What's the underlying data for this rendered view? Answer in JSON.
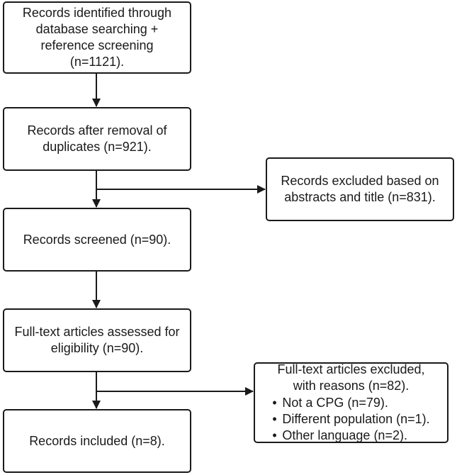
{
  "flow": {
    "identified": {
      "lines": [
        "Records identified through",
        "database searching +",
        "reference screening",
        "(n=1121)."
      ]
    },
    "deduplicated": {
      "lines": [
        "Records after removal of",
        "duplicates (n=921)."
      ]
    },
    "screened": {
      "lines": [
        "Records screened (n=90)."
      ]
    },
    "assessed": {
      "lines": [
        "Full-text articles assessed for",
        "eligibility (n=90)."
      ]
    },
    "included": {
      "lines": [
        "Records included (n=8)."
      ]
    }
  },
  "exclusions": {
    "abstract_title": {
      "lines": [
        "Records excluded based on",
        "abstracts and title (n=831)."
      ]
    },
    "full_text": {
      "header_lines": [
        "Full-text articles excluded,",
        "with reasons (n=82)."
      ],
      "reasons": [
        "Not a CPG (n=79).",
        "Different population (n=1).",
        "Other language (n=2)."
      ],
      "bullet": "•"
    }
  },
  "colors": {
    "stroke": "#1a1a1a",
    "background": "#ffffff"
  }
}
